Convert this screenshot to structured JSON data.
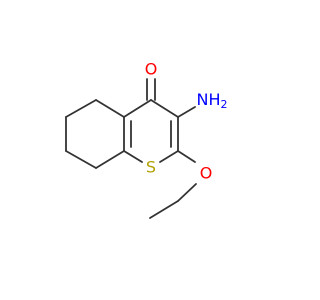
{
  "atoms": {
    "oxygen_carbonyl": {
      "label": "O",
      "color": "#ff0000"
    },
    "nitrogen_amino": {
      "label": "NH",
      "subscript": "2",
      "color": "#0000ff"
    },
    "sulfur_ring": {
      "label": "S",
      "color": "#b2a200"
    },
    "oxygen_ether": {
      "label": "O",
      "color": "#ff0000"
    }
  },
  "colors": {
    "bond": "#333333",
    "background": "#ffffff"
  }
}
